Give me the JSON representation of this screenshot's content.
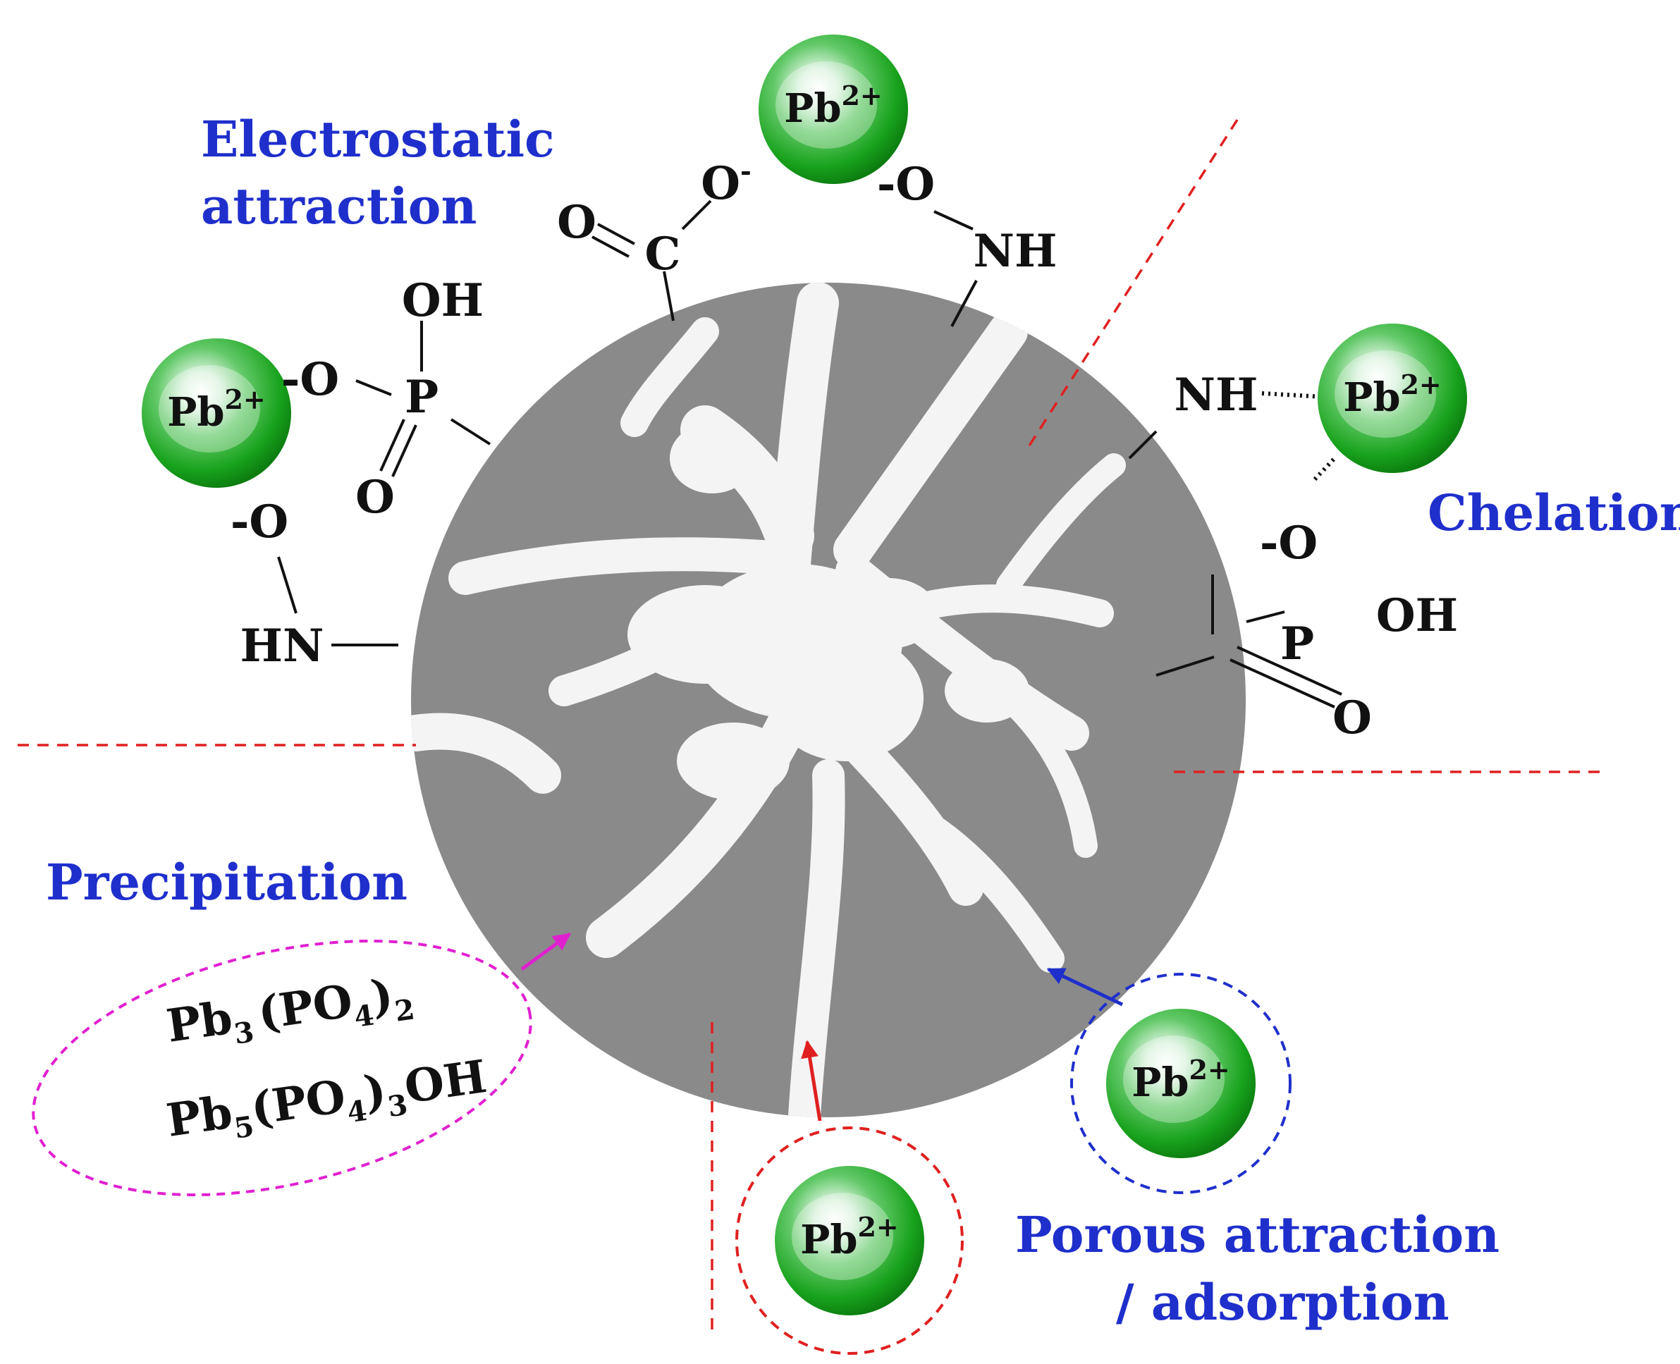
{
  "labels": {
    "electrostatic_1": "Electrostatic",
    "electrostatic_2": "attraction",
    "chelation": "Chelation",
    "precipitation": "Precipitation",
    "porous_1": "Porous attraction",
    "porous_2": "/ adsorption"
  },
  "ion": {
    "symbol": "Pb",
    "charge": "2+"
  },
  "groups": {
    "carboxyl_o_double": "O",
    "carboxyl_c": "C",
    "carboxyl_o_minus": "O",
    "minus": "-",
    "oxide_top": "-O",
    "nh_top": "NH",
    "oh_left": "OH",
    "o_minus_left": "-O",
    "p_left": "P",
    "o_left_double": "O",
    "o_minus_lower_left": "-O",
    "hn_left": "HN",
    "nh_right": "NH",
    "o_minus_right": "-O",
    "p_right": "P",
    "oh_right": "OH",
    "o_right_double": "O"
  },
  "precipitates": {
    "f1_a": "Pb",
    "f1_a_sub": "3",
    "f1_b": "(PO",
    "f1_b_sub": "4",
    "f1_c": ")",
    "f1_c_sub": "2",
    "f2_a": "Pb",
    "f2_a_sub": "5",
    "f2_b": "(PO",
    "f2_b_sub": "4",
    "f2_c": ")",
    "f2_c_sub": "3",
    "f2_d": "OH"
  },
  "colors": {
    "particle": "#8a8a8a",
    "pore": "#f4f4f4",
    "ion_green": "#22b022",
    "label_blue": "#1f2fcc",
    "divider_red": "#e02020",
    "precipitate_magenta": "#e020d0"
  }
}
